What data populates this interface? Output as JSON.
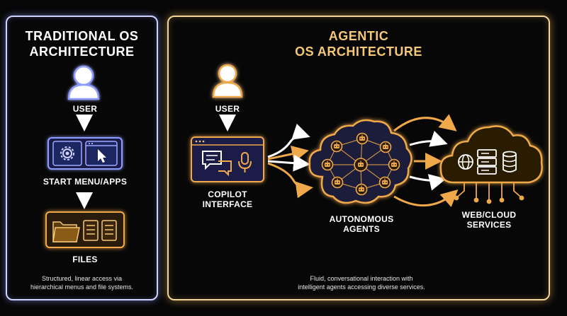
{
  "left": {
    "title_line1": "TRADITIONAL OS",
    "title_line2": "ARCHITECTURE",
    "user_label": "USER",
    "apps_label": "START MENU/APPS",
    "files_label": "FILES",
    "caption_line1": "Structured, linear access via",
    "caption_line2": "hierarchical menus and file systems."
  },
  "right": {
    "title_line1": "AGENTIC",
    "title_line2": "OS ARCHITECTURE",
    "user_label": "USER",
    "copilot_line1": "COPILOT",
    "copilot_line2": "INTERFACE",
    "agents_line1": "AUTONOMOUS",
    "agents_line2": "AGENTS",
    "services_line1": "WEB/CLOUD",
    "services_line2": "SERVICES",
    "caption_line1": "Fluid, conversational interaction with",
    "caption_line2": "intelligent agents accessing diverse services."
  },
  "colors": {
    "blue_accent": "#8f9cff",
    "gold_accent": "#f0a94a",
    "left_border": "#cfd3ff",
    "right_border": "#f3d49a"
  }
}
